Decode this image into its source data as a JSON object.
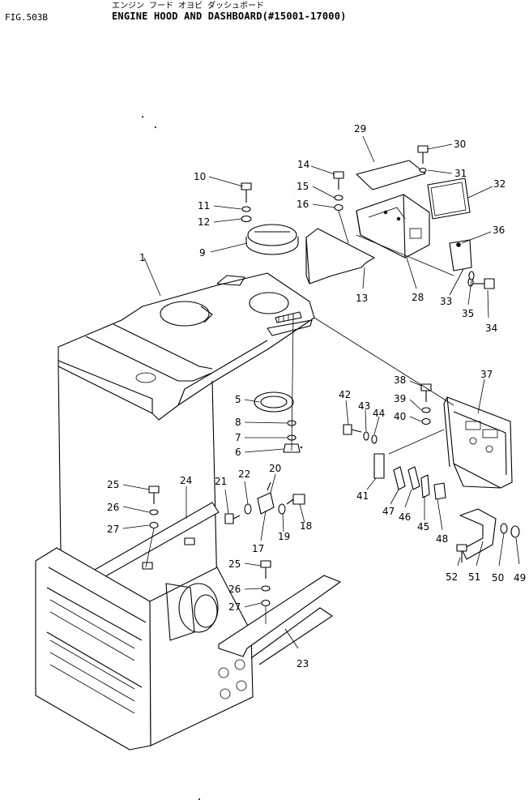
{
  "header": {
    "figure_no": "FIG.503B",
    "kana_title": "エンジン フード オヨビ ダッシュボード",
    "title": "ENGINE HOOD AND DASHBOARD(#15001-17000)"
  },
  "callouts": [
    "1",
    "5",
    "6",
    "7",
    "8",
    "9",
    "10",
    "11",
    "12",
    "13",
    "14",
    "15",
    "16",
    "17",
    "18",
    "19",
    "20",
    "21",
    "22",
    "23",
    "24",
    "25",
    "26",
    "27",
    "25",
    "26",
    "27",
    "28",
    "29",
    "30",
    "31",
    "32",
    "33",
    "34",
    "35",
    "36",
    "37",
    "38",
    "39",
    "40",
    "41",
    "42",
    "43",
    "44",
    "45",
    "46",
    "47",
    "48",
    "49",
    "50",
    "51",
    "52"
  ]
}
